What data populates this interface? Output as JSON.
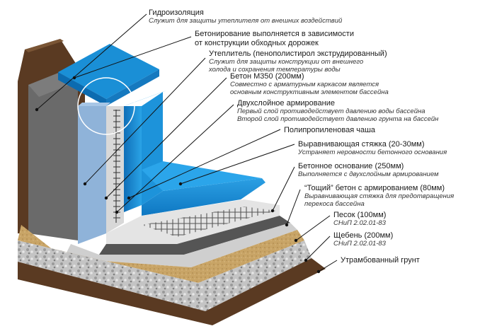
{
  "colors": {
    "pool_blue": "#1a8fd6",
    "pool_blue_dark": "#0c6bb0",
    "insulation": "#8fb3d9",
    "concrete": "#d6d6d6",
    "soil": "#6e4a2c",
    "wall_gray": "#6a6a6a",
    "sand": "#c9a568",
    "gravel": "#b8b8b8"
  },
  "labels": [
    {
      "id": "waterproofing",
      "title": "Гидроизоляция",
      "desc": [
        "Служит для защиты утеплителя от внешних воздействий"
      ]
    },
    {
      "id": "concreting",
      "title": "Бетонирование выполняется в зависимости",
      "desc2": "от конструкции обходных дорожек"
    },
    {
      "id": "insulation",
      "title": "Утеплитель (пенополистирол экструдированный)",
      "desc": [
        "Служит для защиты конструкции от внешнего",
        "холода и сохранения температуры воды"
      ]
    },
    {
      "id": "concrete_m350",
      "title": "Бетон М350 (200мм)",
      "desc": [
        "Совместно с арматурным каркасом является",
        "основным конструктивным элементом бассейна"
      ]
    },
    {
      "id": "double_reinforcement",
      "title": "Двухслойное армирование",
      "desc": [
        "Первый слой противодействует давлению воды бассейна",
        "Второй слой противодействует давлению грунта на бассейн"
      ]
    },
    {
      "id": "pp_bowl",
      "title": "Полипропиленовая чаша",
      "desc": []
    },
    {
      "id": "leveling_screed",
      "title": "Выравнивающая стяжка (20-30мм)",
      "desc": [
        "Устраняет неровности бетонного основания"
      ]
    },
    {
      "id": "concrete_base",
      "title": "Бетонное основание (250мм)",
      "desc": [
        "Выполняется с двухслойным армированием"
      ]
    },
    {
      "id": "lean_concrete",
      "title": "“Тощий” бетон с армированием (80мм)",
      "desc": [
        "Выравнивающая стяжка для предотвращения",
        "перекоса бассейна"
      ]
    },
    {
      "id": "sand",
      "title": "Песок (100мм)",
      "desc": [
        "СНиП 2.02.01-83"
      ]
    },
    {
      "id": "gravel",
      "title": "Щебень (200мм)",
      "desc": [
        "СНиП 2.02.01-83"
      ]
    },
    {
      "id": "compacted_soil",
      "title": "Утрамбованный грунт",
      "desc": []
    }
  ]
}
